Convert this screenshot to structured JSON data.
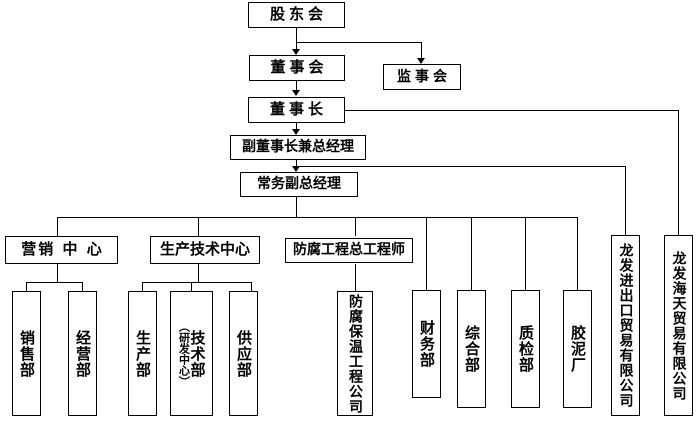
{
  "chart_title": "",
  "chart_data": {
    "type": "diagram",
    "diagram_kind": "organizational-chart",
    "orientation": "top-down",
    "levels": [
      {
        "level": 1,
        "nodes": [
          "股东会"
        ]
      },
      {
        "level": 2,
        "nodes": [
          "董事会",
          "监事会"
        ]
      },
      {
        "level": 3,
        "nodes": [
          "董事长"
        ]
      },
      {
        "level": 4,
        "nodes": [
          "副董事长兼总经理"
        ]
      },
      {
        "level": 5,
        "nodes": [
          "常务副总经理"
        ]
      },
      {
        "level": 6,
        "nodes": [
          "营销中心",
          "生产技术中心",
          "防腐工程总工程师"
        ]
      },
      {
        "level": 7,
        "nodes": [
          "销售部",
          "经营部",
          "生产部",
          "技术部（研发中心）",
          "供应部",
          "防腐保温工程公司",
          "财务部",
          "综合部",
          "质检部",
          "胶泥厂"
        ]
      }
    ],
    "side_subsidiaries": [
      "龙发进出口贸易有限公司",
      "龙发海天贸易有限公司"
    ],
    "edges": [
      {
        "from": "股东会",
        "to": "董事会",
        "style": "arrow"
      },
      {
        "from": "股东会",
        "to": "监事会",
        "style": "arrow"
      },
      {
        "from": "董事会",
        "to": "董事长",
        "style": "arrow"
      },
      {
        "from": "董事长",
        "to": "副董事长兼总经理",
        "style": "arrow"
      },
      {
        "from": "董事长",
        "to": "龙发海天贸易有限公司",
        "style": "line"
      },
      {
        "from": "副董事长兼总经理",
        "to": "常务副总经理",
        "style": "arrow"
      },
      {
        "from": "副董事长兼总经理",
        "to": "龙发进出口贸易有限公司",
        "style": "line"
      },
      {
        "from": "常务副总经理",
        "to": "营销中心",
        "style": "line"
      },
      {
        "from": "常务副总经理",
        "to": "生产技术中心",
        "style": "line"
      },
      {
        "from": "常务副总经理",
        "to": "防腐工程总工程师",
        "style": "line"
      },
      {
        "from": "常务副总经理",
        "to": "财务部",
        "style": "line"
      },
      {
        "from": "常务副总经理",
        "to": "综合部",
        "style": "line"
      },
      {
        "from": "常务副总经理",
        "to": "质检部",
        "style": "line"
      },
      {
        "from": "常务副总经理",
        "to": "胶泥厂",
        "style": "line"
      },
      {
        "from": "营销中心",
        "to": "销售部",
        "style": "line"
      },
      {
        "from": "营销中心",
        "to": "经营部",
        "style": "line"
      },
      {
        "from": "生产技术中心",
        "to": "生产部",
        "style": "line"
      },
      {
        "from": "生产技术中心",
        "to": "技术部（研发中心）",
        "style": "line"
      },
      {
        "from": "生产技术中心",
        "to": "供应部",
        "style": "line"
      },
      {
        "from": "防腐工程总工程师",
        "to": "防腐保温工程公司",
        "style": "line"
      }
    ]
  },
  "nodes": {
    "shareholders": "股东会",
    "board": "董事会",
    "supervisors": "监事会",
    "chairman": "董事长",
    "vice_chairman_gm": "副董事长兼总经理",
    "exec_vice_gm": "常务副总经理",
    "marketing_center": "营销 中 心",
    "production_tech_center": "生产技术中心",
    "anticorrosion_chief_engineer": "防腐工程总工程师",
    "sales_dept": "销售部",
    "operations_dept": "经营部",
    "production_dept": "生产部",
    "tech_dept": "技术部",
    "tech_dept_sub": "（研发中心）",
    "supply_dept": "供应部",
    "anticorrosion_company": "防腐保温工程公司",
    "finance_dept": "财务部",
    "general_affairs_dept": "综合部",
    "quality_dept": "质检部",
    "cement_factory": "胶泥厂",
    "import_export_co": "龙发进出口贸易有限公司",
    "haitian_trade_co": "龙发海天贸易有限公司"
  },
  "colors": {
    "line": "#000000",
    "box_border": "#000000",
    "background": "#ffffff",
    "text": "#000000"
  }
}
